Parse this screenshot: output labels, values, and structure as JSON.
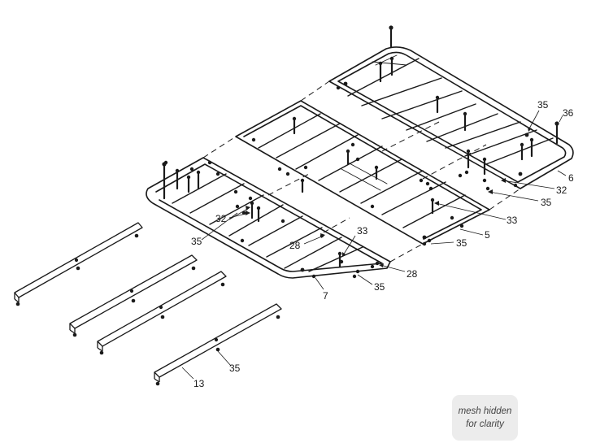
{
  "callouts": {
    "c35_top": "35",
    "c36": "36",
    "c6": "6",
    "c32_right": "32",
    "c35_right": "35",
    "c33_right": "33",
    "c5": "5",
    "c35_mid": "35",
    "c32_left": "32",
    "c35_left": "35",
    "c33_mid": "33",
    "c28_left": "28",
    "c28_right": "28",
    "c7": "7",
    "c35_bottom": "35",
    "c35_rail": "35",
    "c13": "13"
  },
  "note": {
    "line1": "mesh hidden",
    "line2": "for clarity"
  },
  "colors": {
    "line": "#1a1a1a",
    "note_background": "#ececec",
    "note_text": "#444444"
  }
}
